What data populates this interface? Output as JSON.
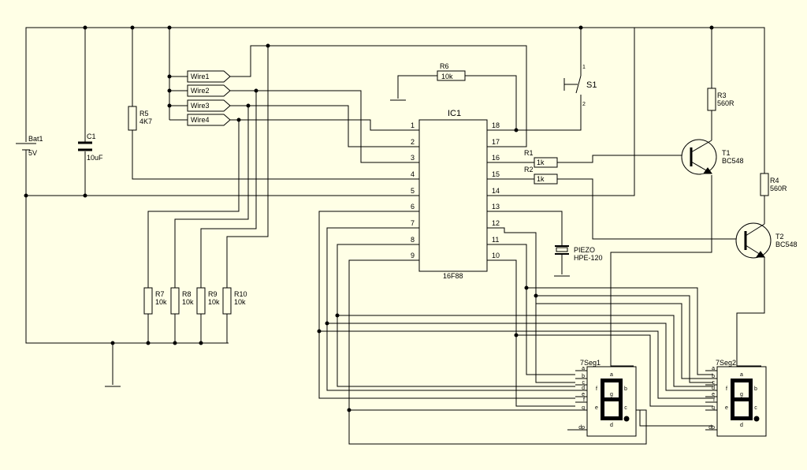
{
  "ic": {
    "ref": "IC1",
    "part": "16F88",
    "left_pins": [
      "1",
      "2",
      "3",
      "4",
      "5",
      "6",
      "7",
      "8",
      "9"
    ],
    "right_pins": [
      "18",
      "17",
      "16",
      "15",
      "14",
      "13",
      "12",
      "11",
      "10"
    ]
  },
  "battery": {
    "ref": "Bat1",
    "value": "5V"
  },
  "capacitor": {
    "ref": "C1",
    "value": "10uF"
  },
  "r5": {
    "ref": "R5",
    "value": "4K7"
  },
  "r6": {
    "ref": "R6",
    "value": "10k"
  },
  "r1": {
    "value": "1k",
    "ref": "R1"
  },
  "r2": {
    "value": "1k",
    "ref": "R2"
  },
  "r3": {
    "ref": "R3",
    "value": "560R"
  },
  "r4": {
    "ref": "R4",
    "value": "560R"
  },
  "r7": {
    "ref": "R7",
    "value": "10k"
  },
  "r8": {
    "ref": "R8",
    "value": "10k"
  },
  "r9": {
    "ref": "R9",
    "value": "10k"
  },
  "r10": {
    "ref": "R10",
    "value": "10k"
  },
  "wires": [
    "Wire1",
    "Wire2",
    "Wire3",
    "Wire4"
  ],
  "switch": {
    "ref": "S1",
    "pin1": "1",
    "pin2": "2"
  },
  "t1": {
    "ref": "T1",
    "value": "BC548"
  },
  "t2": {
    "ref": "T2",
    "value": "BC548"
  },
  "piezo": {
    "ref": "PIEZO",
    "value": "HPE-120"
  },
  "seg1": {
    "ref": "7Seg1"
  },
  "seg2": {
    "ref": "7Seg2"
  },
  "seg_pins": [
    "a",
    "b",
    "c",
    "d",
    "e",
    "f",
    "g",
    "dp"
  ],
  "seg_letters": {
    "a": "a",
    "b": "b",
    "c": "c",
    "d": "d",
    "e": "e",
    "f": "f",
    "g": "g"
  }
}
